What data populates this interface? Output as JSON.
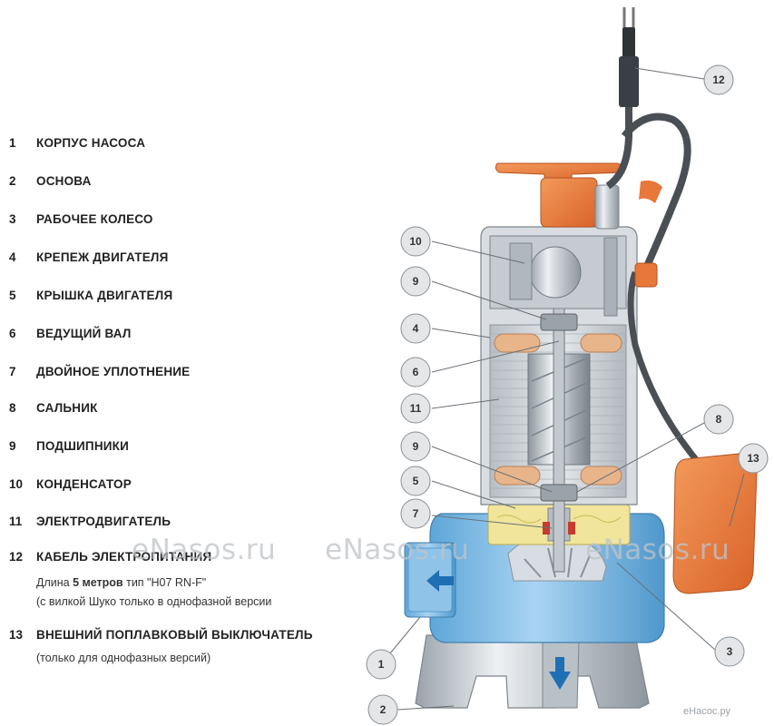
{
  "legend": [
    {
      "num": "1",
      "label": "КОРПУС НАСОСА"
    },
    {
      "num": "2",
      "label": "ОСНОВА"
    },
    {
      "num": "3",
      "label": "РАБОЧЕЕ КОЛЕСО"
    },
    {
      "num": "4",
      "label": "КРЕПЕЖ ДВИГАТЕЛЯ"
    },
    {
      "num": "5",
      "label": "КРЫШКА ДВИГАТЕЛЯ"
    },
    {
      "num": "6",
      "label": "ВЕДУЩИЙ ВАЛ"
    },
    {
      "num": "7",
      "label": "ДВОЙНОЕ УПЛОТНЕНИЕ"
    },
    {
      "num": "8",
      "label": "САЛЬНИК"
    },
    {
      "num": "9",
      "label": "ПОДШИПНИКИ"
    },
    {
      "num": "10",
      "label": "КОНДЕНСАТОР"
    },
    {
      "num": "11",
      "label": "ЭЛЕКТРОДВИГАТЕЛЬ"
    },
    {
      "num": "12",
      "label": "КАБЕЛЬ ЭЛЕКТРОПИТАНИЯ"
    },
    {
      "num": "13",
      "label": "ВНЕШНИЙ ПОПЛАВКОВЫЙ ВЫКЛЮЧАТЕЛЬ"
    }
  ],
  "notes": {
    "cable_line1_pre": "Длина ",
    "cable_line1_bold": "5 метров",
    "cable_line1_post": " тип \"H07 RN-F\"",
    "cable_line2": "(с вилкой Шуко только в однофазной версии",
    "float_line": "(только для однофазных версий)"
  },
  "watermarks": [
    "eNasos.ru",
    "eNasos.ru",
    "eNasos.ru"
  ],
  "credit": "eНасос.ру",
  "callouts": [
    "12",
    "10",
    "9",
    "4",
    "6",
    "11",
    "8",
    "13",
    "9",
    "5",
    "7",
    "1",
    "3",
    "2"
  ],
  "colors": {
    "pump_body": "#7dbbe6",
    "motor_housing": "#c9ced3",
    "handle": "#e8773a",
    "float_switch": "#e9763a",
    "cable": "#4a4f55",
    "winding": "#e8b48a",
    "seal_oil": "#f0e59a",
    "flow_arrow": "#1f6fb5"
  }
}
